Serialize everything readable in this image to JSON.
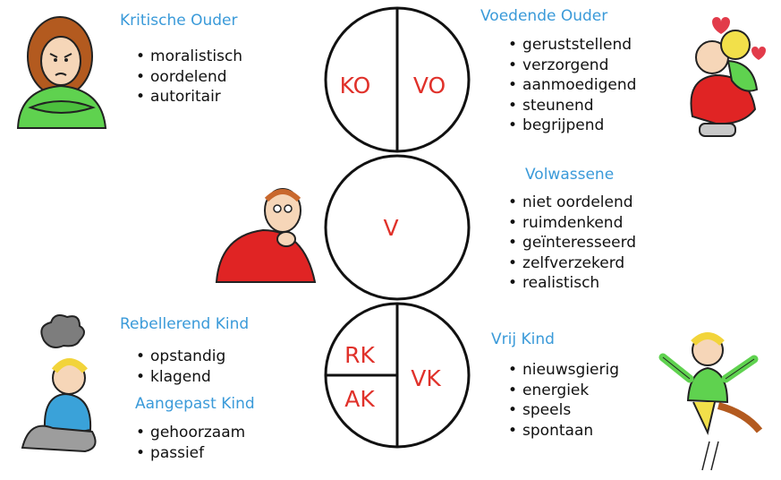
{
  "kritische_ouder": {
    "title": "Kritische Ouder",
    "items": [
      "moralistisch",
      "oordelend",
      "autoritair"
    ]
  },
  "voedende_ouder": {
    "title": "Voedende Ouder",
    "items": [
      "geruststellend",
      "verzorgend",
      "aanmoedigend",
      "steunend",
      "begrijpend"
    ]
  },
  "volwassene": {
    "title": "Volwassene",
    "items": [
      "niet oordelend",
      "ruimdenkend",
      "geïnteresseerd",
      "zelfverzekerd",
      "realistisch"
    ]
  },
  "rebellerend_kind": {
    "title": "Rebellerend Kind",
    "items": [
      "opstandig",
      "klagend"
    ]
  },
  "aangepast_kind": {
    "title": "Aangepast Kind",
    "items": [
      "gehoorzaam",
      "passief"
    ]
  },
  "vrij_kind": {
    "title": "Vrij Kind",
    "items": [
      "nieuwsgierig",
      "energiek",
      "speels",
      "spontaan"
    ]
  },
  "circles": {
    "parent": {
      "left": "KO",
      "right": "VO"
    },
    "adult": {
      "center": "V"
    },
    "child": {
      "top_left": "RK",
      "bottom_left": "AK",
      "right": "VK"
    }
  },
  "colors": {
    "heading": "#3a9ad9",
    "circle_label": "#e0312a"
  }
}
